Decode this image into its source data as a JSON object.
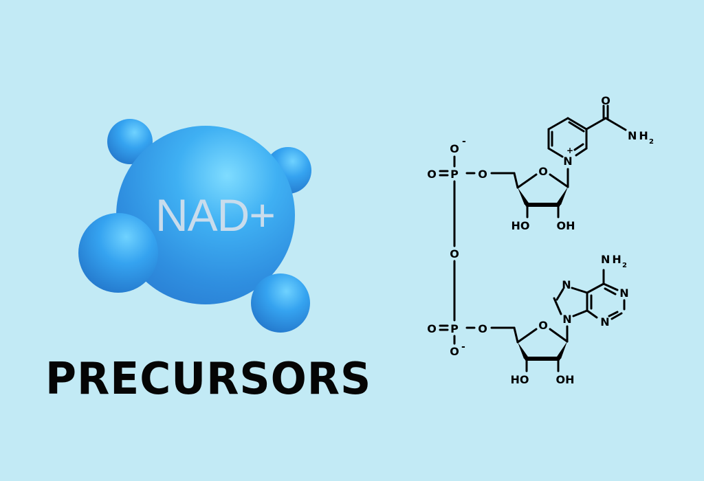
{
  "background_color": "#c2eaf5",
  "illustration": {
    "label": "NAD+",
    "sphere_color": "#3ca4ee",
    "label_color": "#c9dcec"
  },
  "title": "PRECURSORS",
  "structure": {
    "top_phosphate": {
      "o_minus": "O",
      "minus": "-",
      "o_double": "O",
      "p": "P",
      "o_link": "O"
    },
    "bridge_oxygen": "O",
    "bottom_phosphate": {
      "o_minus": "O",
      "minus": "-",
      "o_double": "O",
      "p": "P",
      "o_link": "O"
    },
    "nicotinamide": {
      "ring_n": "N",
      "plus": "+",
      "carbonyl_o": "O",
      "amide_n": "NH",
      "amide_sub": "2"
    },
    "top_ribose": {
      "ring_o": "O",
      "ho_left": "HO",
      "oh_right": "OH"
    },
    "adenine": {
      "n9": "N",
      "n7": "N",
      "n1": "N",
      "n3": "N",
      "amine": "NH",
      "amine_sub": "2"
    },
    "bottom_ribose": {
      "ring_o": "O",
      "ho_left": "HO",
      "oh_right": "OH"
    }
  }
}
